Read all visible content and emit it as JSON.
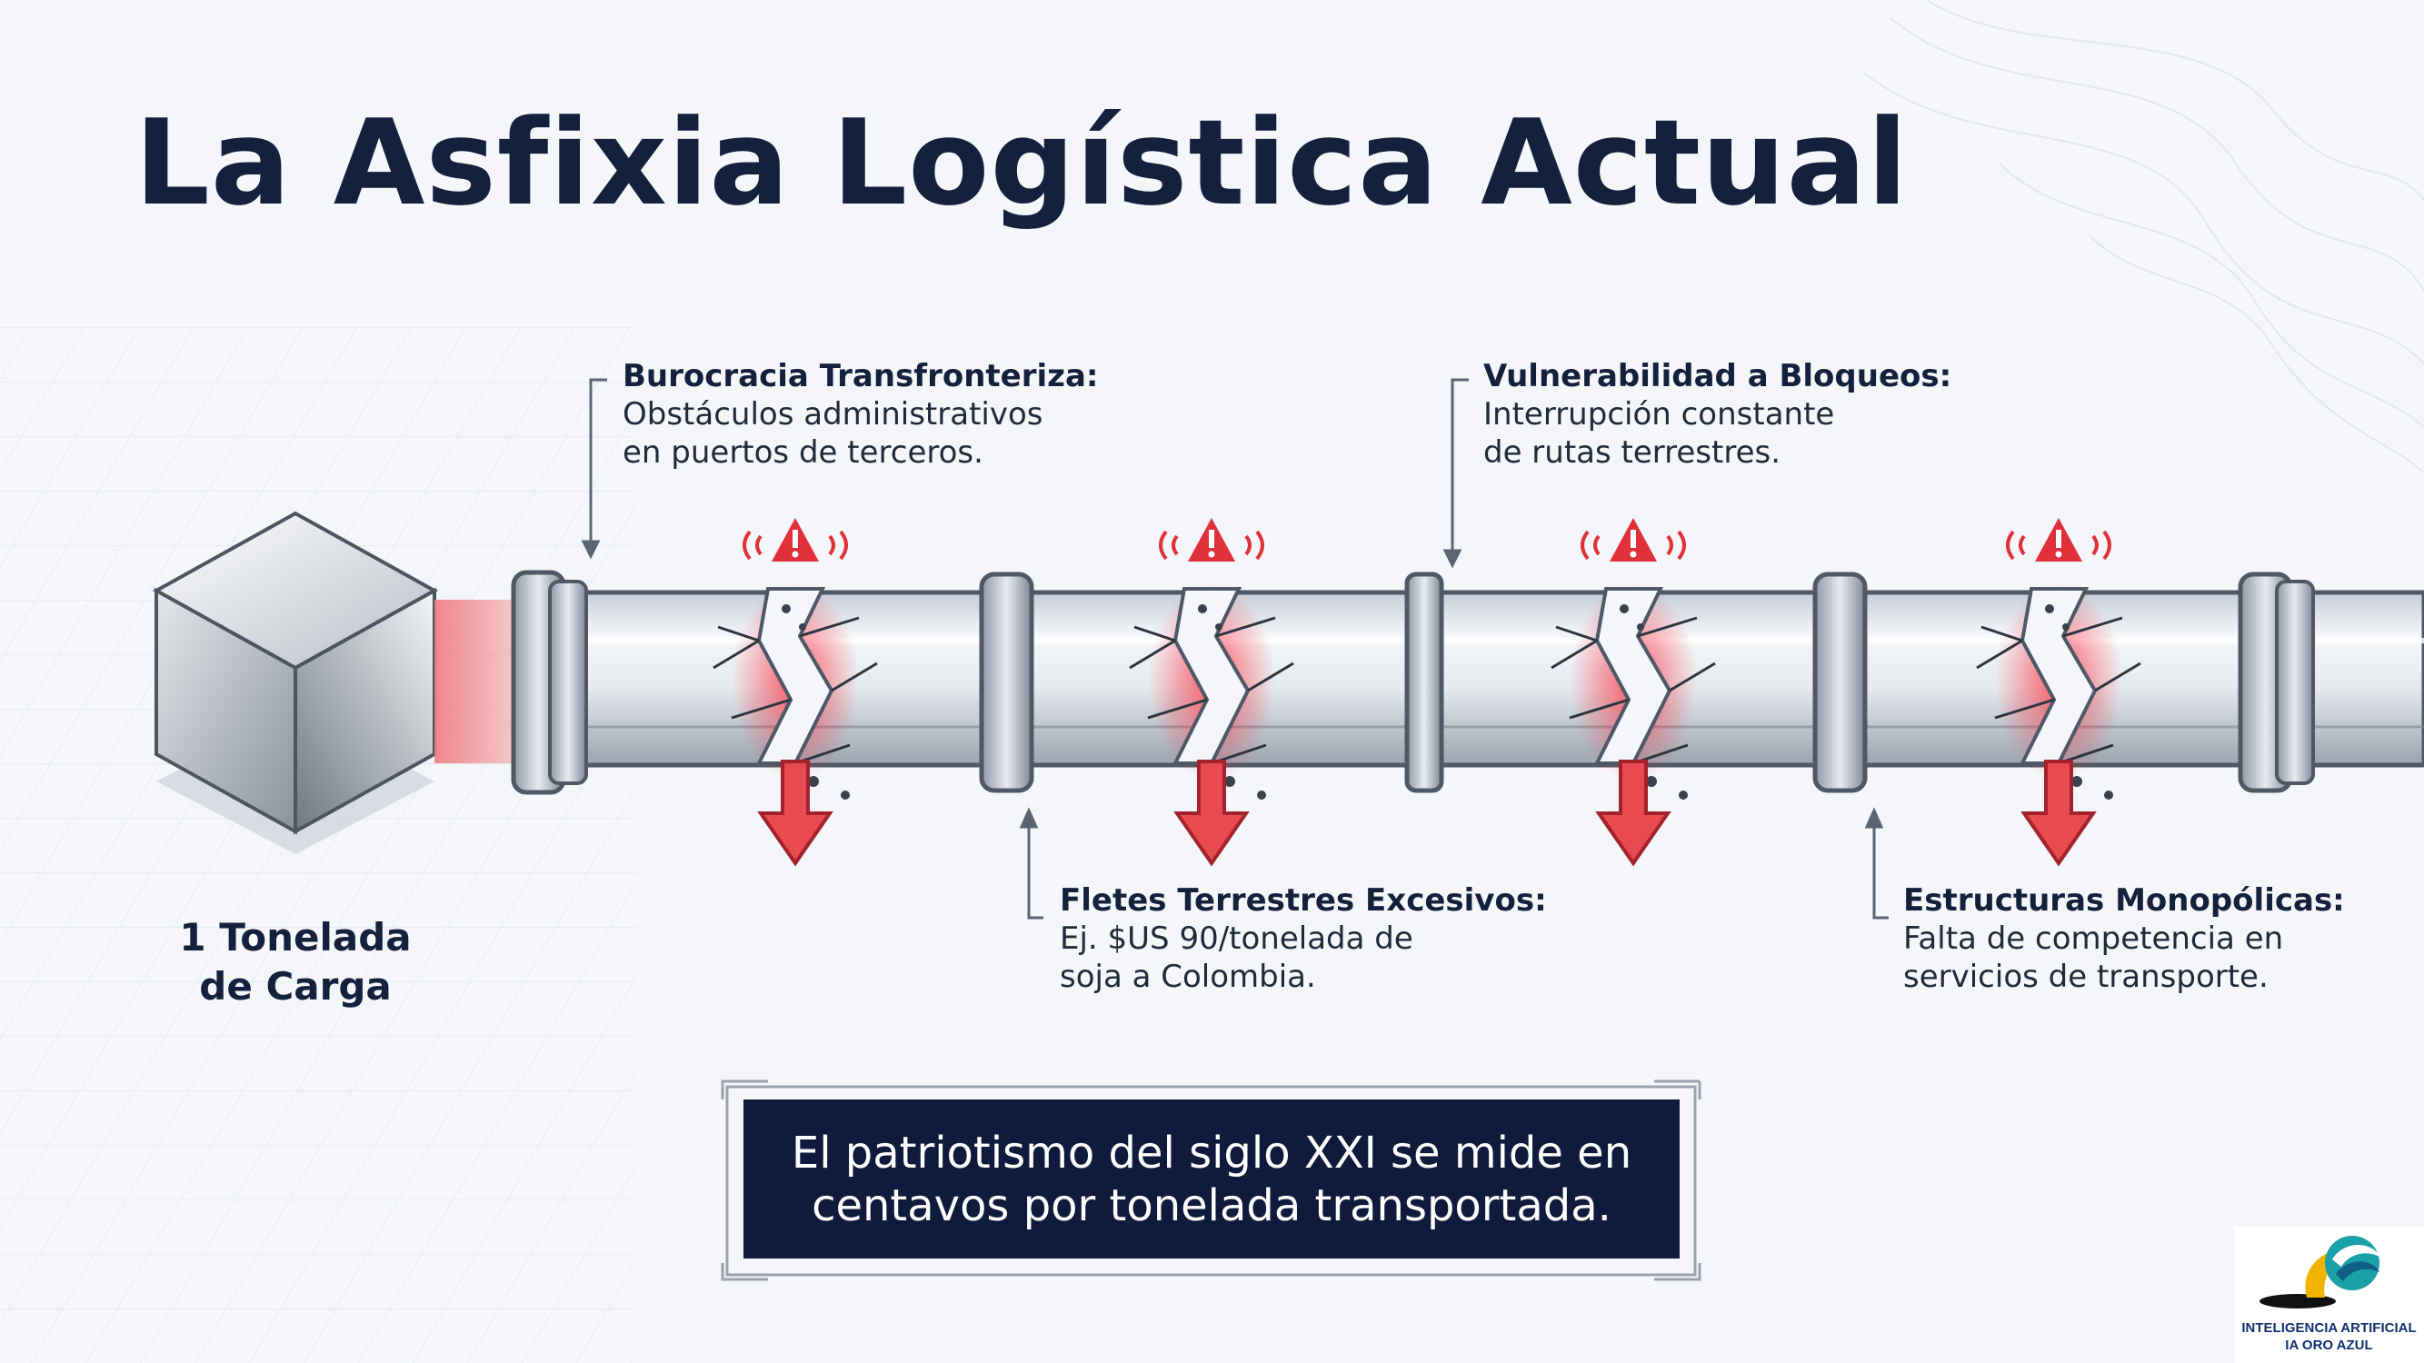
{
  "title": "La Asfixia Logística Actual",
  "cargo": {
    "label_line1": "1 Tonelada",
    "label_line2": "de Carga"
  },
  "callouts": [
    {
      "heading": "Burocracia Transfronteriza:",
      "line1": "Obstáculos administrativos",
      "line2": "en puertos de terceros."
    },
    {
      "heading": "Vulnerabilidad a Bloqueos:",
      "line1": "Interrupción constante",
      "line2": "de rutas terrestres."
    },
    {
      "heading": "Fletes Terrestres Excesivos:",
      "line1": "Ej. $US 90/tonelada de",
      "line2": "soja a Colombia."
    },
    {
      "heading": "Estructuras Monopólicas:",
      "line1": "Falta de competencia en",
      "line2": "servicios de transporte."
    }
  ],
  "quote": {
    "line1": "El patriotismo del siglo XXI se mide en",
    "line2": "centavos por tonelada transportada."
  },
  "logo": {
    "line1": "INTELIGENCIA ARTIFICIAL",
    "line2": "IA ORO AZUL"
  },
  "colors": {
    "navy": "#14213d",
    "alert_red": "#e0303a",
    "pipe_steel": "#a9b2bf"
  },
  "icons": [
    "cargo-cube-icon",
    "warning-triangle-icon",
    "down-arrow-icon",
    "crack-icon",
    "logo-icon"
  ]
}
